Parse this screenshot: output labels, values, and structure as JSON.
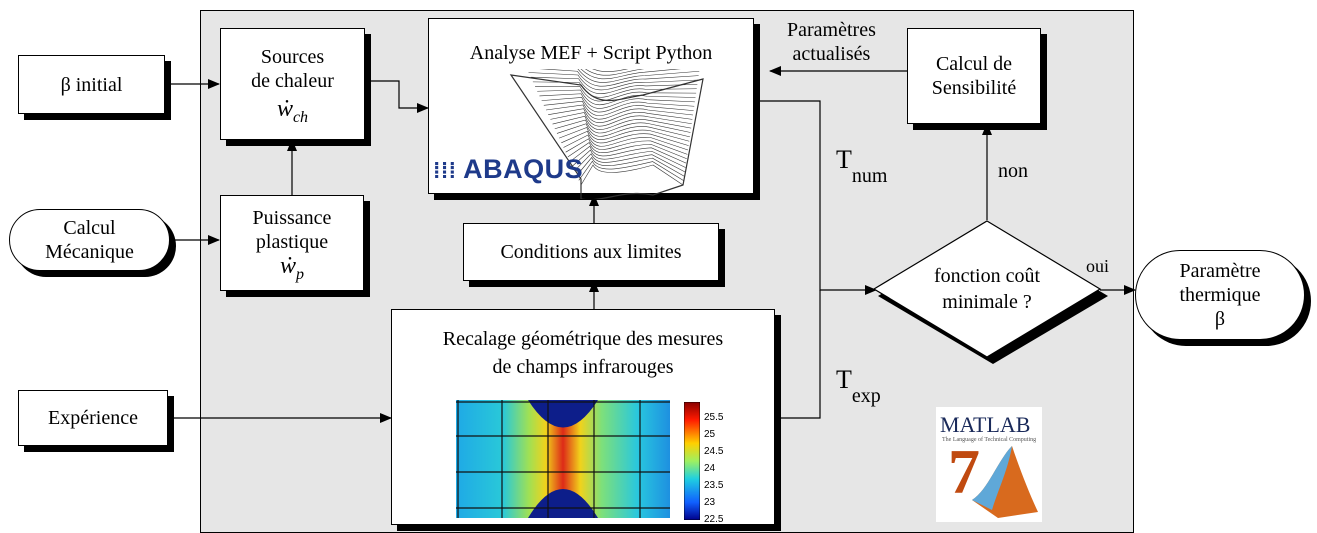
{
  "beta_initial": "β initial",
  "sources": {
    "line1": "Sources",
    "line2": "de chaleur",
    "math_base": "ẇ",
    "math_sub": "ch"
  },
  "analyse": {
    "title": "Analyse MEF + Script Python",
    "logo": "ABAQUS"
  },
  "parametres": {
    "line1": "Paramètres",
    "line2": "actualisés"
  },
  "calcul_sens": {
    "line1": "Calcul de",
    "line2": "Sensibilité"
  },
  "calcul_meca": {
    "line1": "Calcul",
    "line2": "Mécanique"
  },
  "puissance": {
    "line1": "Puissance",
    "line2": "plastique",
    "math_base": "ẇ",
    "math_sub": "p"
  },
  "conditions": "Conditions aux limites",
  "recalage": {
    "line1": "Recalage géométrique des mesures",
    "line2": "de champs infrarouges"
  },
  "colorbar_ticks": [
    "25.5",
    "25",
    "24.5",
    "24",
    "23.5",
    "23",
    "22.5"
  ],
  "experience": "Expérience",
  "t_num": {
    "base": "T",
    "sub": "num"
  },
  "t_exp": {
    "base": "T",
    "sub": "exp"
  },
  "non": "non",
  "oui": "oui",
  "decision": {
    "line1": "fonction coût",
    "line2": "minimale ?"
  },
  "result": {
    "line1": "Paramètre",
    "line2": "thermique",
    "line3": "β"
  },
  "matlab": {
    "title": "MATLAB",
    "subtitle": "The Language of Technical Computing",
    "version": "7"
  }
}
